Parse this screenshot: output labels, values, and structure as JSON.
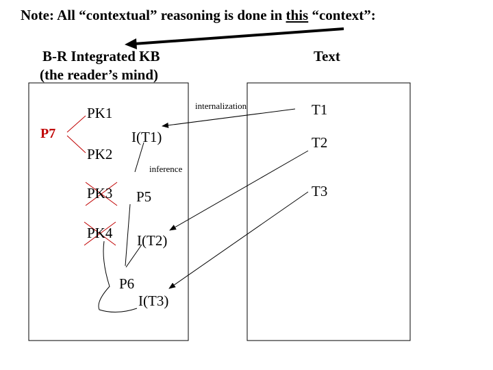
{
  "note": {
    "before": "Note:  All “contextual” reasoning is done in ",
    "underlined": "this",
    "after": " “context”:"
  },
  "kb": {
    "title_line1": "B-R Integrated KB",
    "title_line2": "(the reader’s mind)",
    "items": {
      "pk1": "PK1",
      "pk2": "PK2",
      "pk3": "PK3",
      "pk4": "PK4",
      "p7": "P7",
      "it1": "I(T1)",
      "p5": "P5",
      "it2": "I(T2)",
      "p6": "P6",
      "it3": "I(T3)"
    }
  },
  "text_box": {
    "title": "Text",
    "items": {
      "t1": "T1",
      "t2": "T2",
      "t3": "T3"
    }
  },
  "labels": {
    "internalization": "internalization",
    "inference": "inference"
  },
  "colors": {
    "accent": "#c00000",
    "line": "#000000"
  }
}
